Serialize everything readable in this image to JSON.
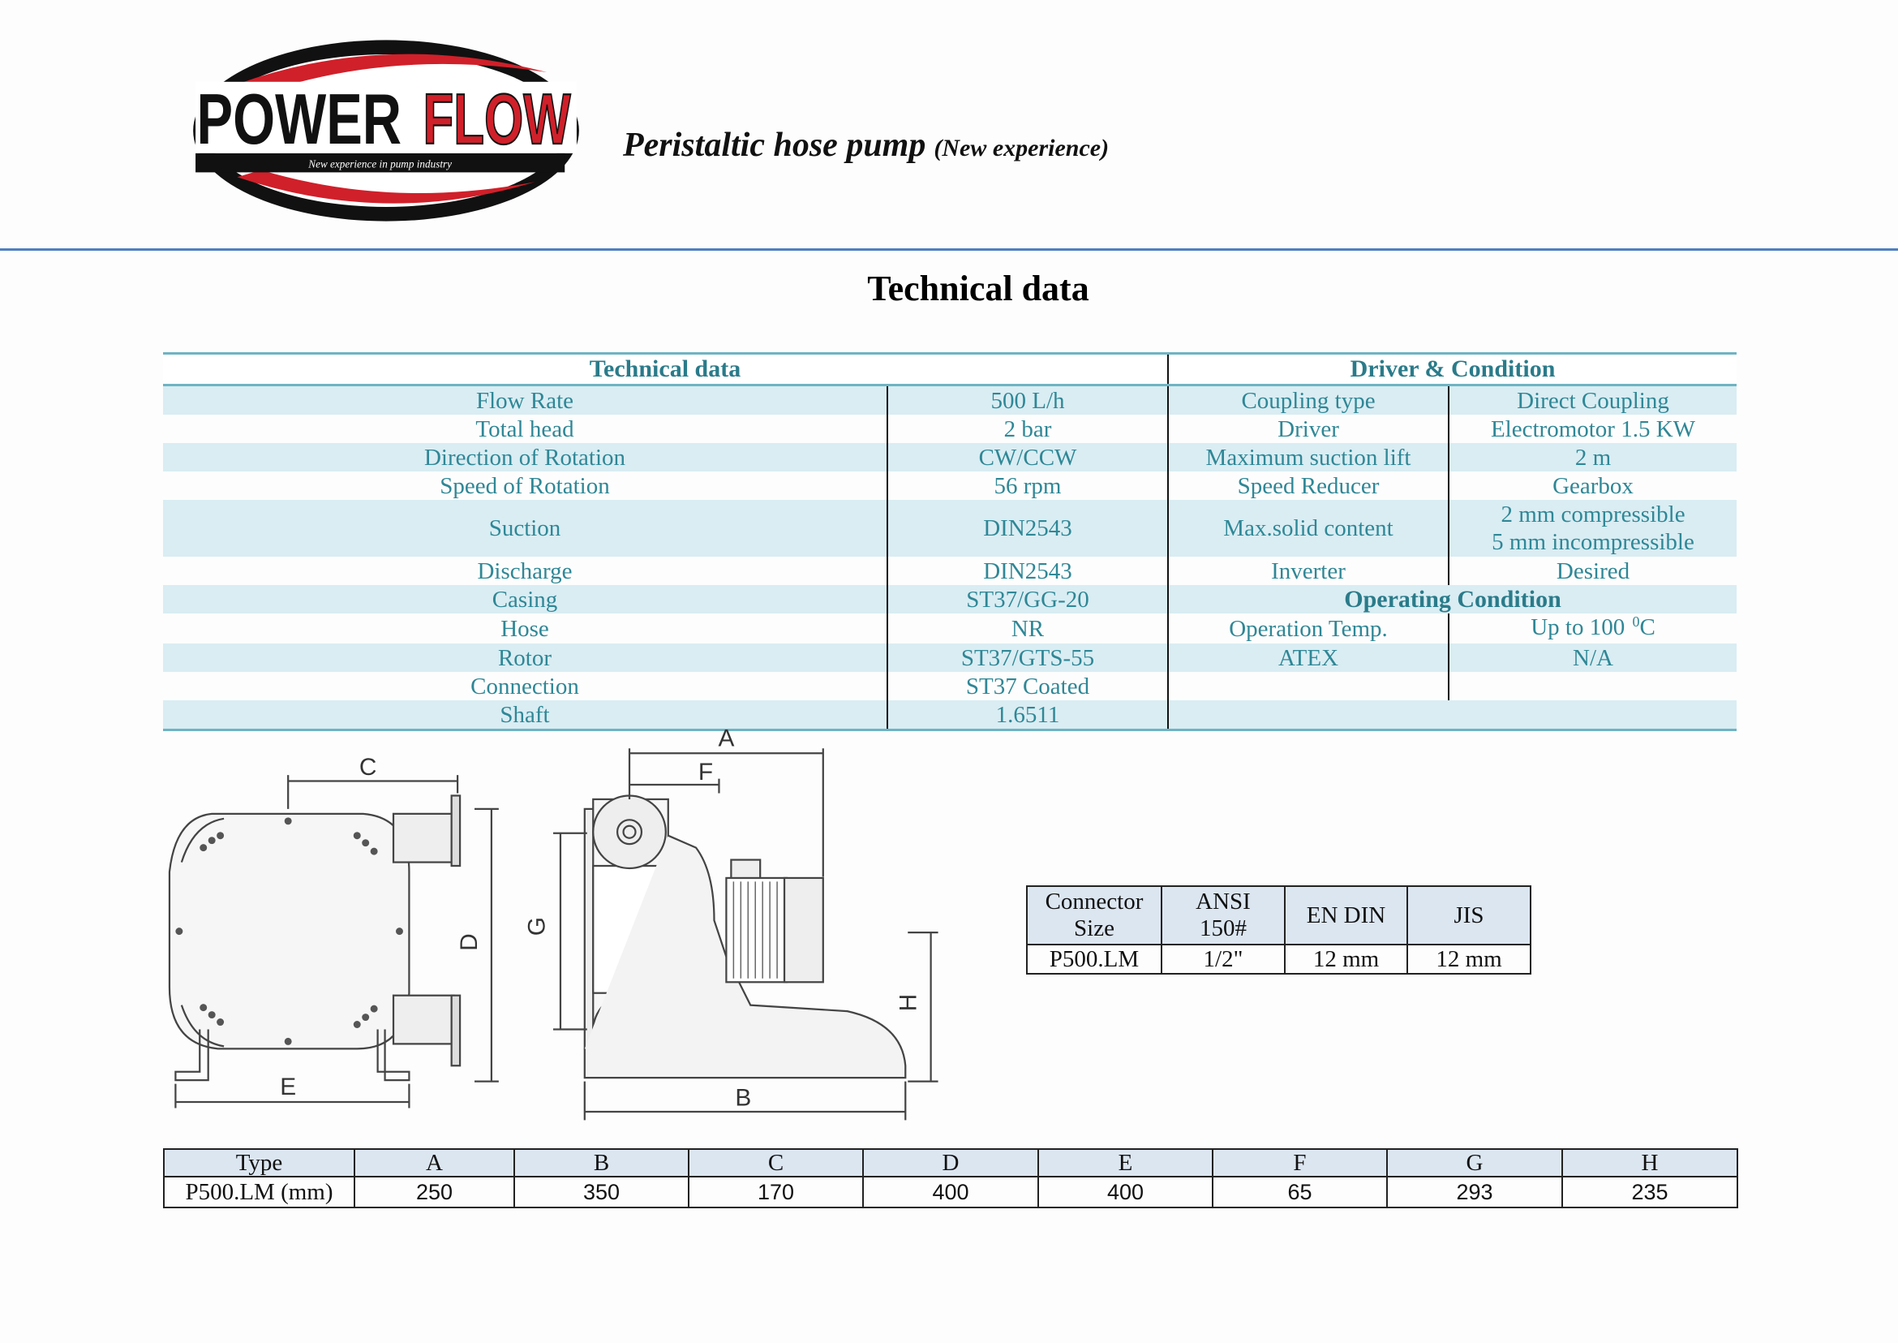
{
  "header": {
    "logo_text": "POWERFLOW",
    "logo_tagline": "New experience in pump industry",
    "subtitle": "Peristaltic hose pump",
    "subtitle_note": "(New experience)",
    "title": "Technical data"
  },
  "tech_table": {
    "left_header": "Technical data",
    "right_header": "Driver & Condition",
    "rows": [
      {
        "label": "Flow Rate",
        "value": "500 L/h"
      },
      {
        "label": "Total head",
        "value": "2 bar"
      },
      {
        "label": "Direction of Rotation",
        "value": "CW/CCW"
      },
      {
        "label": "Speed of Rotation",
        "value": "56 rpm"
      },
      {
        "label": "Suction",
        "value": "DIN2543"
      },
      {
        "label": "Discharge",
        "value": "DIN2543"
      },
      {
        "label": "Casing",
        "value": "ST37/GG-20"
      },
      {
        "label": "Hose",
        "value": "NR"
      },
      {
        "label": "Rotor",
        "value": "ST37/GTS-55"
      },
      {
        "label": "Connection",
        "value": "ST37 Coated"
      },
      {
        "label": "Shaft",
        "value": "1.6511"
      }
    ],
    "driver": [
      {
        "label": "Coupling  type",
        "value": "Direct Coupling"
      },
      {
        "label": "Driver",
        "value": "Electromotor 1.5 KW"
      },
      {
        "label": "Maximum  suction lift",
        "value": "2 m"
      },
      {
        "label": "Speed Reducer",
        "value": "Gearbox"
      },
      {
        "label": "Max.solid  content",
        "value": "2 mm compressible",
        "value2": "5 mm incompressible"
      },
      {
        "label": "Inverter",
        "value": "Desired"
      }
    ],
    "operating_header": "Operating Condition",
    "operating": [
      {
        "label": "Operation Temp.",
        "value": "Up to 100",
        "unit_sup": "0",
        "unit": "C"
      },
      {
        "label": "ATEX",
        "value": "N/A"
      }
    ]
  },
  "drawing_labels": {
    "A": "A",
    "B": "B",
    "C": "C",
    "D": "D",
    "E": "E",
    "F": "F",
    "G": "G",
    "H": "H"
  },
  "connector_table": {
    "headers": [
      "Connector Size",
      "ANSI 150#",
      "EN DIN",
      "JIS"
    ],
    "row": [
      "P500.LM",
      "1/2\"",
      "12 mm",
      "12 mm"
    ]
  },
  "dimension_table": {
    "headers": [
      "Type",
      "A",
      "B",
      "C",
      "D",
      "E",
      "F",
      "G",
      "H"
    ],
    "row": [
      "P500.LM (mm)",
      "250",
      "350",
      "170",
      "400",
      "400",
      "65",
      "293",
      "235"
    ]
  },
  "colors": {
    "accent_line": "#4f7fbf",
    "table_text": "#2f8796",
    "band": "#d9edf3",
    "header_band": "#dce6f1",
    "logo_red": "#d0202a"
  }
}
